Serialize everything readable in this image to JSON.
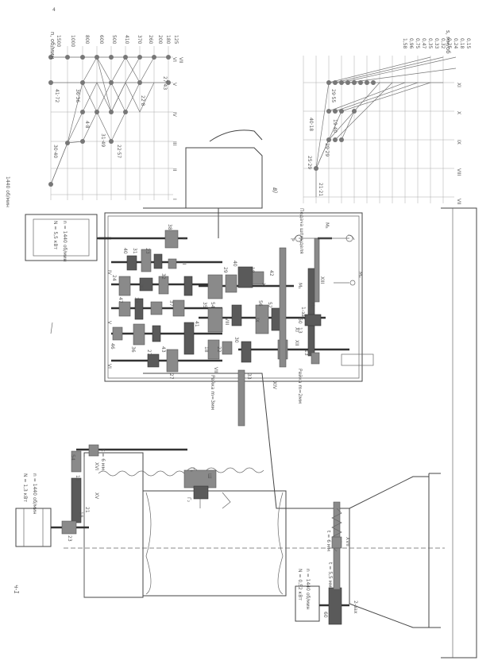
{
  "speed_chart": {
    "axis_title": "n, об/мин",
    "rpm_values": [
      "1500",
      "1000",
      "800",
      "600",
      "500",
      "410",
      "370",
      "260",
      "200",
      "180",
      "125"
    ],
    "input_label": "1440 об/мин",
    "shaft_labels": [
      "I",
      "II",
      "III",
      "IV",
      "V",
      "VI",
      "VII"
    ],
    "ratio_labels": [
      "41·72",
      "36·36",
      "4·8",
      "31·49",
      "22·57",
      "30·40",
      "22·8",
      "27·43"
    ]
  },
  "feed_chart": {
    "axis_title": "s, мм/об",
    "feed_values": [
      "1,58",
      "0,96",
      "0,75",
      "0,47",
      "0,35",
      "0,33",
      "0,32",
      "0,25",
      "0,24",
      "0,18",
      "0,15"
    ],
    "shaft_labels": [
      "VII",
      "VIII",
      "IX",
      "X",
      "XI"
    ],
    "ratio_labels": [
      "40·18",
      "29·29",
      "19·40",
      "25·29",
      "21·21",
      "29·55"
    ],
    "letter": "в)"
  },
  "main_drive": {
    "motor_label": "N = 5,5 кВт",
    "motor_rpm": "n = 1440 об/мин",
    "gears": [
      "38",
      "40",
      "31",
      "23",
      "47",
      "34",
      "32",
      "24",
      "46",
      "27",
      "36",
      "43",
      "37",
      "41",
      "35",
      "18",
      "40",
      "29",
      "42",
      "54",
      "52",
      "56",
      "18",
      "13",
      "22",
      "27",
      "30",
      "33"
    ],
    "shafts": [
      "I",
      "II",
      "III",
      "IV",
      "V",
      "VI",
      "VII",
      "VIII",
      "IX",
      "X",
      "XI",
      "XII",
      "XIII",
      "XIV"
    ],
    "clutch_labels": [
      "М₁",
      "М₂",
      "М₃",
      "Мₓ"
    ],
    "rack_label": "Рейка m=3мм",
    "rack_label_2": "Рейка m=2мм",
    "handwheel_label": "Р",
    "spindle_label": "Подача шпинделя",
    "worm_label": "1-зах",
    "worm_gear": "60",
    "pinion": "13"
  },
  "column_drive": {
    "motor_label": "N = 1,3 кВт",
    "motor_rpm": "n = 1440 об/мин",
    "gears": [
      "54",
      "16",
      "21",
      "23",
      "18"
    ],
    "shafts": [
      "XV",
      "XVI"
    ],
    "screw_label": "t = 6 мм",
    "nut_labels": [
      "Г₁",
      "Г₂",
      "Ш"
    ]
  },
  "clamp_drive": {
    "motor_label": "N = 0,52 кВт",
    "motor_rpm": "n = 1440 об/мин",
    "worm_label": "2-зах",
    "worm_gear": "60",
    "screw_label": "t = 5,5 мм",
    "screw_label_2": "t = 6 мм",
    "shaft": "XVII"
  },
  "page_marks": {
    "figure_no": "ч-1",
    "corner": "4"
  }
}
